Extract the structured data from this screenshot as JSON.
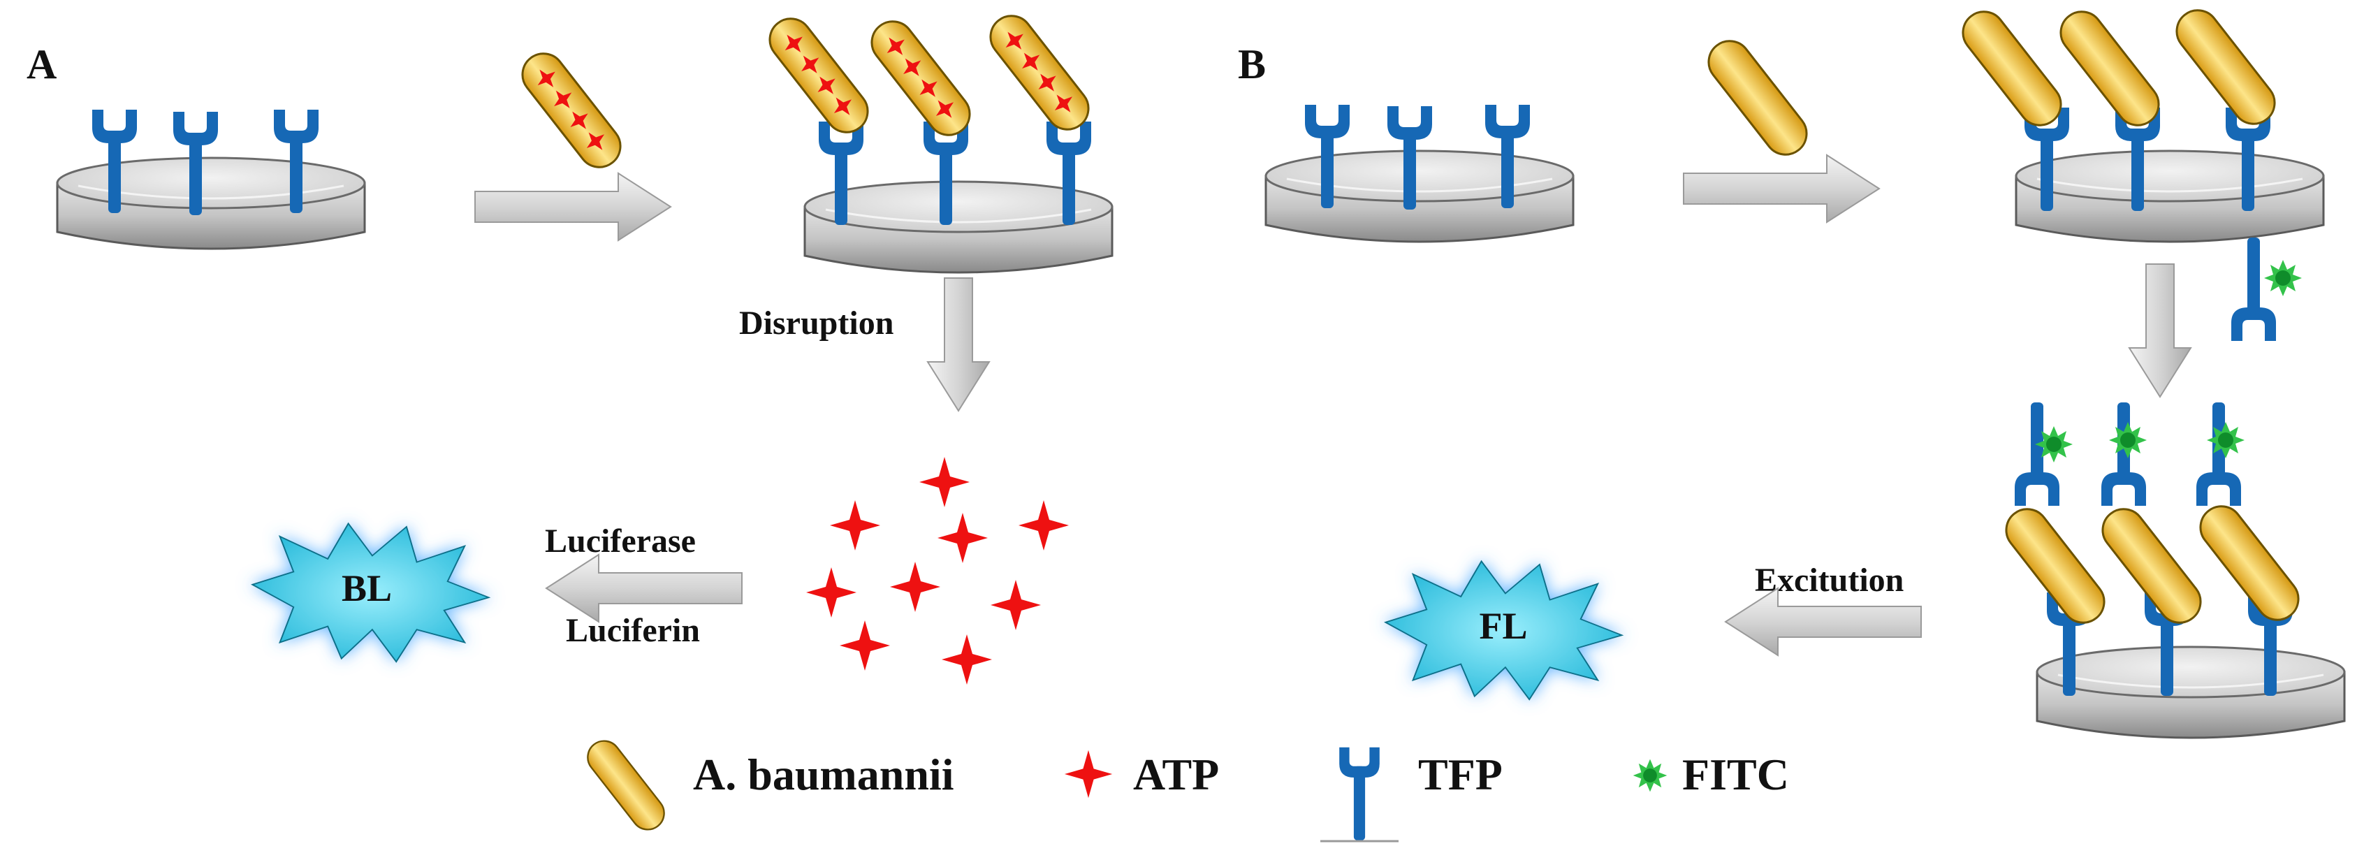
{
  "panels": {
    "a": "A",
    "b": "B"
  },
  "steps": {
    "disruption": "Disruption",
    "luciferase": "Luciferase",
    "luciferin": "Luciferin",
    "excitation": "Excitution"
  },
  "signals": {
    "bl": "BL",
    "fl": "FL"
  },
  "legend": {
    "bacterium": "A. baumannii",
    "atp": "ATP",
    "tfp": "TFP",
    "fitc": "FITC"
  },
  "colors": {
    "bacterium_fill": "#f5c84a",
    "bacterium_stroke": "#6b5200",
    "atp": "#ee1111",
    "tfp": "#1668b5",
    "fitc": "#19a83a",
    "burst": "#2fc8e6",
    "dish": "#cfcfcf",
    "arrow": "#c8c8c8"
  },
  "icons": [
    "dish-icon",
    "tfp-icon",
    "bacterium-icon",
    "atp-icon",
    "fitc-icon",
    "arrow-icon",
    "burst-icon"
  ]
}
